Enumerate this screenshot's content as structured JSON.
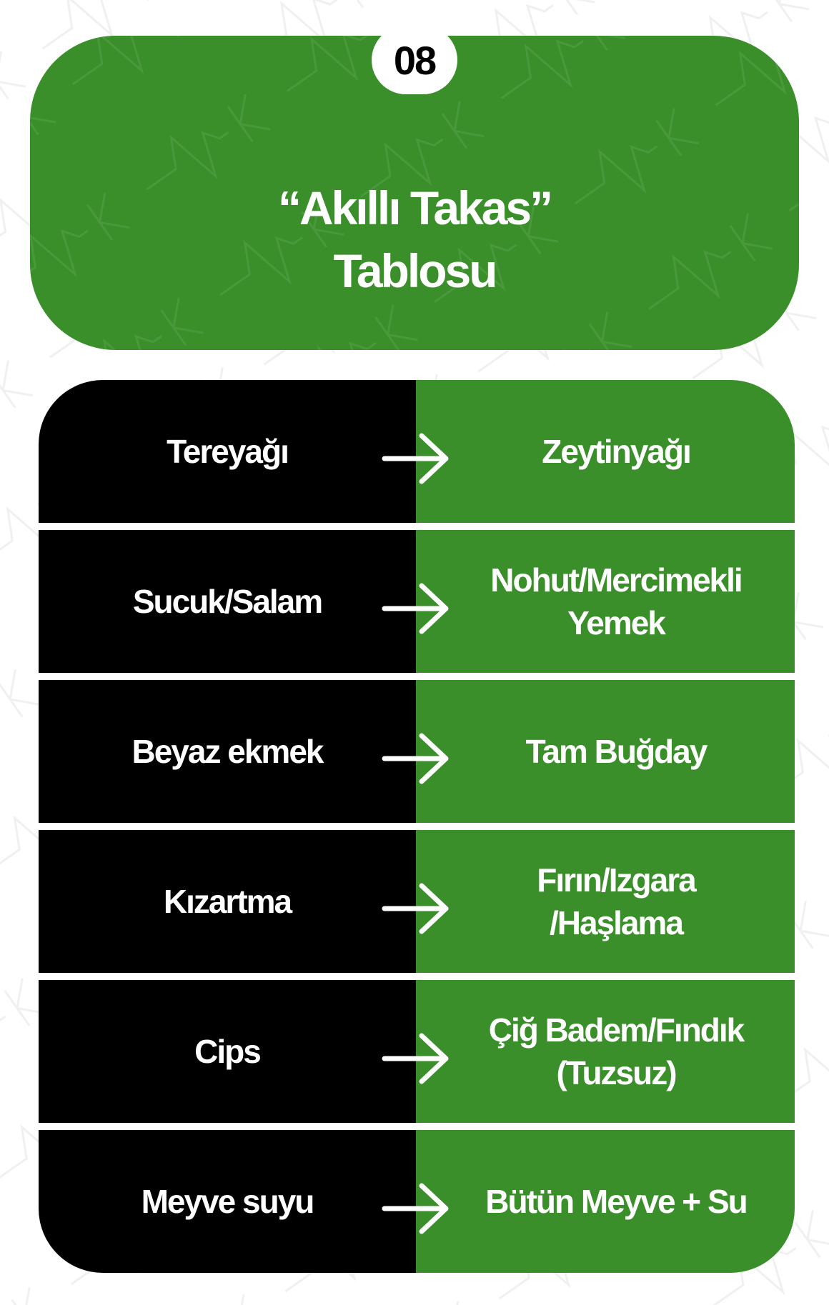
{
  "badge": {
    "number": "08"
  },
  "header": {
    "title_line1": "“Akıllı Takas”",
    "title_line2": "Tablosu"
  },
  "swaps": [
    {
      "from": "Tereyağı",
      "to": "Zeytinyağı"
    },
    {
      "from": "Sucuk/Salam",
      "to": "Nohut/Mercimekli\nYemek"
    },
    {
      "from": "Beyaz ekmek",
      "to": "Tam Buğday"
    },
    {
      "from": "Kızartma",
      "to": "Fırın/Izgara\n/Haşlama"
    },
    {
      "from": "Cips",
      "to": "Çiğ Badem/Fındık\n(Tuzsuz)"
    },
    {
      "from": "Meyve suyu",
      "to": "Bütün Meyve + Su"
    }
  ],
  "icons": {
    "arrow": "arrow-right-icon"
  },
  "colors": {
    "green": "#3a8f2a",
    "black": "#000000",
    "white": "#ffffff"
  }
}
